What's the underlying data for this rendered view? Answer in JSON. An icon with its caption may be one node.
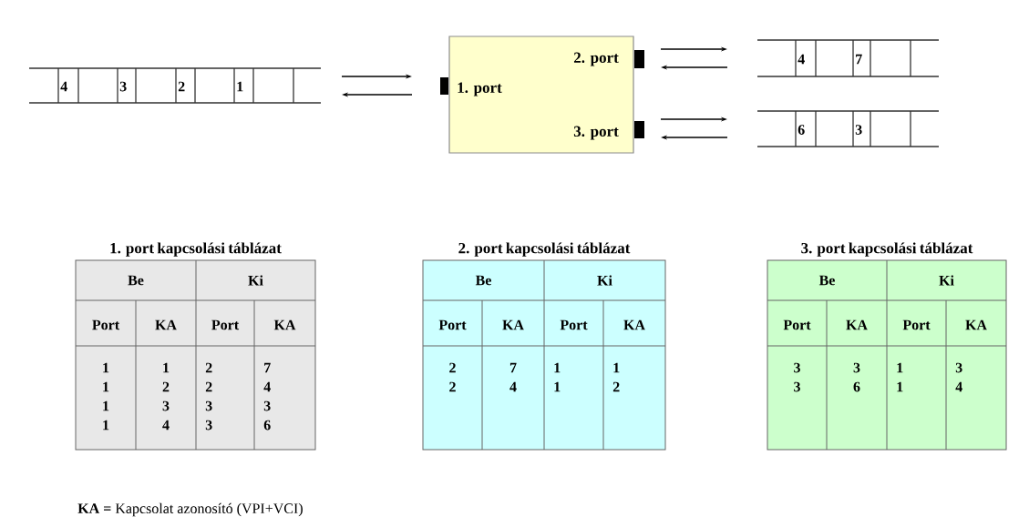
{
  "diagram": {
    "nodes": [
      {
        "text": [
          "1. port",
          "2. port",
          "3. port"
        ]
      },
      {
        "text": [
          "4",
          "3",
          "2",
          "1"
        ]
      },
      {
        "text": [
          "4",
          "7"
        ]
      },
      {
        "text": [
          "6",
          "3"
        ]
      },
      {
        "text": [
          "1. port kapcsolási táblázat",
          "Be",
          "Ki",
          "Port",
          "KA",
          "Port",
          "KA",
          "1",
          "1",
          "2",
          "7",
          "1",
          "2",
          "2",
          "4",
          "1",
          "3",
          "3",
          "3",
          "1",
          "4",
          "3",
          "6"
        ]
      },
      {
        "text": [
          "2. port kapcsolási táblázat",
          "Be",
          "Ki",
          "Port",
          "KA",
          "Port",
          "KA",
          "2",
          "7",
          "1",
          "1",
          "2",
          "4",
          "1",
          "2"
        ]
      },
      {
        "text": [
          "3. port kapcsolási táblázat",
          "Be",
          "Ki",
          "Port",
          "KA",
          "Port",
          "KA",
          "3",
          "3",
          "1",
          "3",
          "3",
          "6",
          "1",
          "4"
        ]
      }
    ],
    "edges": [
      {
        "from": 1,
        "to": 0,
        "arrow": "to"
      },
      {
        "from": 0,
        "to": 1,
        "arrow": "to"
      },
      {
        "from": 0,
        "to": 2,
        "arrow": "to"
      },
      {
        "from": 2,
        "to": 0,
        "arrow": "to"
      },
      {
        "from": 0,
        "to": 3,
        "arrow": "to"
      },
      {
        "from": 3,
        "to": 0,
        "arrow": "to"
      }
    ],
    "labels": [
      "**KA =** Kapcsolat azonosító (VPI+VCI)"
    ]
  }
}
